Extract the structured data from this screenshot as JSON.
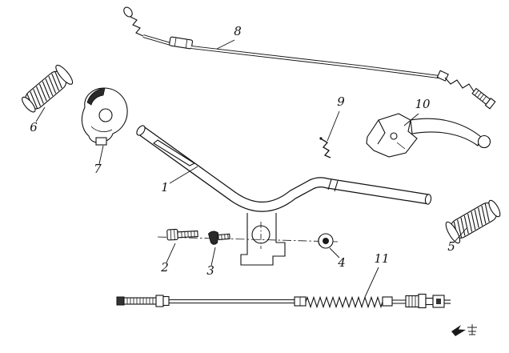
{
  "colors": {
    "ink": "#111111",
    "background": "#ffffff"
  },
  "parts": [
    {
      "label": "1"
    },
    {
      "label": "2"
    },
    {
      "label": "3"
    },
    {
      "label": "4"
    },
    {
      "label": "5"
    },
    {
      "label": "6"
    },
    {
      "label": "7"
    },
    {
      "label": "8"
    },
    {
      "label": "9"
    },
    {
      "label": "10"
    },
    {
      "label": "11"
    }
  ]
}
